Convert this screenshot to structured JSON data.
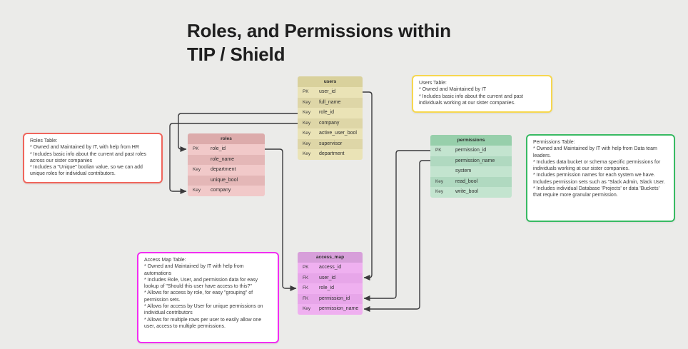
{
  "title": {
    "text": "Roles, and Permissions within\nTIP / Shield"
  },
  "tables": {
    "users": {
      "name": "users",
      "fields": [
        {
          "key": "PK",
          "name": "user_id"
        },
        {
          "key": "Key",
          "name": "full_name"
        },
        {
          "key": "Key",
          "name": "role_id"
        },
        {
          "key": "Key",
          "name": "company"
        },
        {
          "key": "Key",
          "name": "active_user_bool"
        },
        {
          "key": "Key",
          "name": "supervisor"
        },
        {
          "key": "Key",
          "name": "department"
        }
      ]
    },
    "roles": {
      "name": "roles",
      "fields": [
        {
          "key": "PK",
          "name": "role_id"
        },
        {
          "key": "",
          "name": "role_name"
        },
        {
          "key": "Key",
          "name": "department"
        },
        {
          "key": "",
          "name": "unique_bool"
        },
        {
          "key": "Key",
          "name": "company"
        }
      ]
    },
    "permissions": {
      "name": "permissions",
      "fields": [
        {
          "key": "PK",
          "name": "permission_id"
        },
        {
          "key": "",
          "name": "permission_name"
        },
        {
          "key": "",
          "name": "system"
        },
        {
          "key": "Key",
          "name": "read_bool"
        },
        {
          "key": "Key",
          "name": "write_bool"
        }
      ]
    },
    "access_map": {
      "name": "access_map",
      "fields": [
        {
          "key": "PK",
          "name": "access_id"
        },
        {
          "key": "FK",
          "name": "user_id"
        },
        {
          "key": "FK",
          "name": "role_id"
        },
        {
          "key": "FK",
          "name": "permission_id"
        },
        {
          "key": "Key",
          "name": "permission_name"
        }
      ]
    }
  },
  "notes": {
    "roles": {
      "title": "Roles Table:",
      "body": "* Owned and Maintained by IT, with help from HR\n* Includes basic info about the current and past roles across our sister companies\n* Includes a \"Unique\" boolian value, so we can add unique roles for individual contributors."
    },
    "users": {
      "title": "Users Table:",
      "body": "* Owned and Maintained by IT\n* Includes basic info about the current and past individuals working at our sister companies."
    },
    "permissions": {
      "title": "Permissions Table:",
      "body": "* Owned and Maintained by IT with help from Data team leaders.\n* Includes data bucket or schema specific permissions for individuals working at our sister companies.\n* Includes permission names for each system we have. Includes permission sets such as \"Slack Admin, Slack User.\n* Includes individual Database 'Projects' or data 'Buckets' that require more granular permission."
    },
    "access_map": {
      "title": "Access Map Table:",
      "body": "* Owned and Maintained by IT with help from automations\n* Includes Role, User, and permission data for easy lookup of \"Should this user have access to this?\"\n* Allows for access by role, for easy \"grouping\" of permission sets.\n* Allows for access by User for unique permissions on individual contributors\n* Allows for multiple rows per user to easily allow one user, access to multiple permissions."
    }
  },
  "relationships": [
    {
      "from": "users.role_id",
      "to": "roles.role_id"
    },
    {
      "from": "users.company",
      "to": "roles.company"
    },
    {
      "from": "users.user_id",
      "to": "access_map.user_id"
    },
    {
      "from": "roles.role_id",
      "to": "access_map.role_id"
    },
    {
      "from": "permissions.permission_id",
      "to": "access_map.permission_id"
    },
    {
      "from": "permissions.permission_name",
      "to": "access_map.permission_name"
    }
  ],
  "colors": {
    "background": "#ebebe9",
    "connector": "#3a3a3c",
    "users_table": "#ded6a7",
    "roles_table": "#e4b7b7",
    "permissions_table": "#b0d9c0",
    "access_map_table": "#e7a6e9",
    "note_roles_border": "#f0655c",
    "note_users_border": "#f6d74f",
    "note_permissions_border": "#38ba63",
    "note_access_map_border": "#f12ef1"
  }
}
